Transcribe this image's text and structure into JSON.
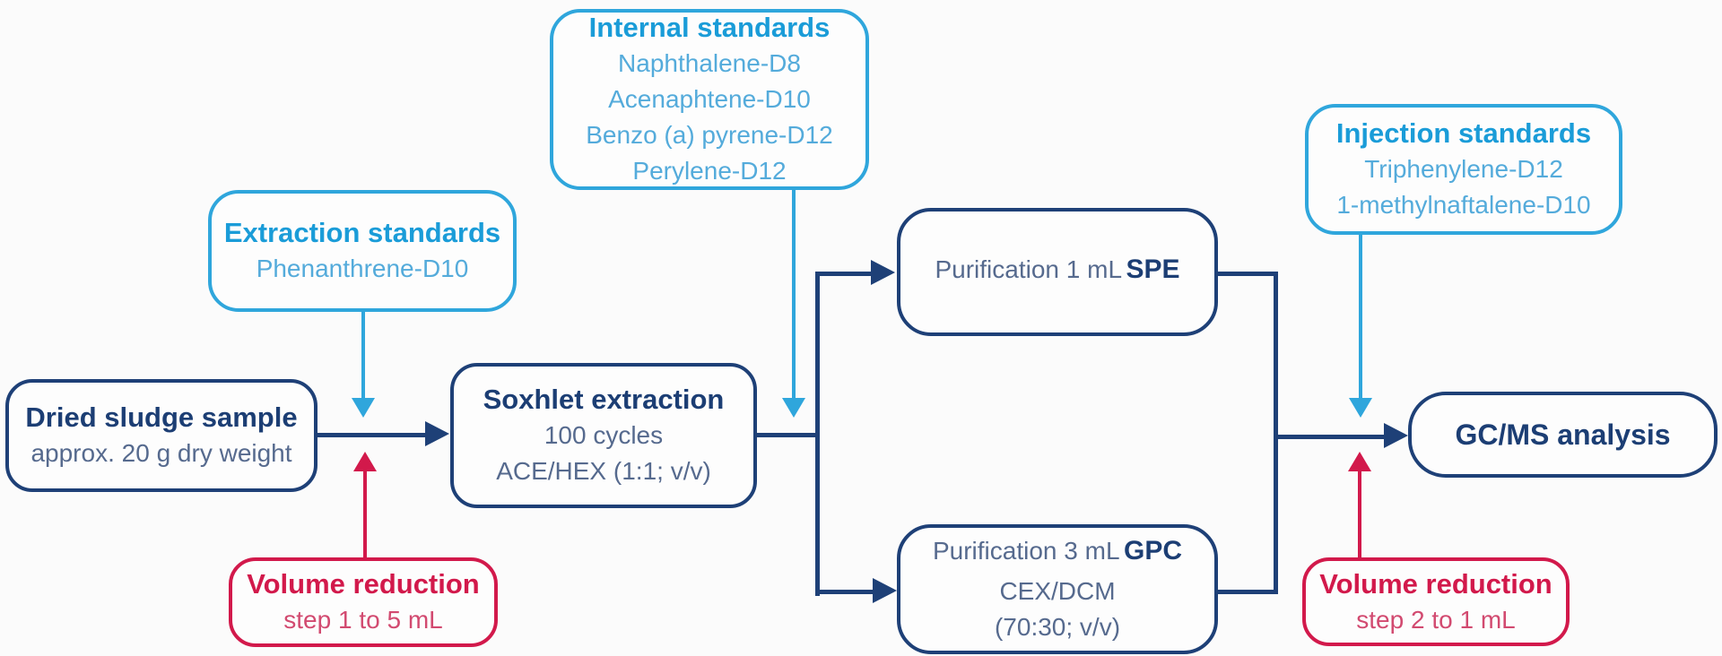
{
  "diagram": {
    "boxes": {
      "dried_sludge": {
        "title": "Dried sludge sample",
        "subtitle": "approx. 20 g dry weight"
      },
      "extraction_standards": {
        "title": "Extraction standards",
        "lines": [
          "Phenanthrene-D10"
        ]
      },
      "volume_reduction_1": {
        "title": "Volume reduction",
        "subtitle": "step 1 to 5 mL"
      },
      "internal_standards": {
        "title": "Internal standards",
        "lines": [
          "Naphthalene-D8",
          "Acenaphtene-D10",
          "Benzo (a) pyrene-D12",
          "Perylene-D12"
        ]
      },
      "soxhlet": {
        "title": "Soxhlet extraction",
        "lines": [
          "100 cycles",
          "ACE/HEX (1:1; v/v)"
        ]
      },
      "spe": {
        "line_regular": "Purification 1 mL",
        "line_bold": "SPE"
      },
      "gpc": {
        "line_regular": "Purification 3 mL",
        "line_bold": "GPC",
        "lines": [
          "CEX/DCM",
          "(70:30; v/v)"
        ]
      },
      "injection_standards": {
        "title": "Injection standards",
        "lines": [
          "Triphenylene-D12",
          "1-methylnaftalene-D10"
        ]
      },
      "volume_reduction_2": {
        "title": "Volume reduction",
        "subtitle": "step 2 to 1 mL"
      },
      "gcms": {
        "title": "GC/MS analysis"
      }
    },
    "colors": {
      "navy": "#1e4077",
      "navy_text": "#1c3e74",
      "navy_body_text": "#566a8e",
      "light_blue": "#2fa6dc",
      "light_blue_heading": "#1a9cd8",
      "light_blue_body": "#54abdb",
      "red": "#d2194b",
      "red_body": "#d24a70",
      "background": "#fbfbfb"
    }
  }
}
